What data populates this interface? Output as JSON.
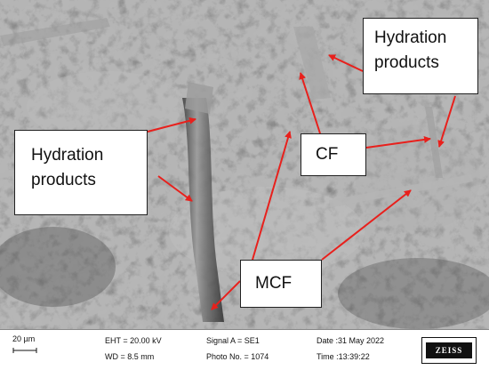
{
  "labels": {
    "hydration_right_line1": "Hydration",
    "hydration_right_line2": "products",
    "hydration_left_line1": "Hydration",
    "hydration_left_line2": "products",
    "cf": "CF",
    "mcf": "MCF"
  },
  "databar": {
    "scale": "20 µm",
    "eht": "EHT = 20.00 kV",
    "wd": "WD =  8.5 mm",
    "signal": "Signal A = SE1",
    "photo": "Photo No. = 1074",
    "date": "Date :31 May 2022",
    "time": "Time :13:39:22",
    "logo": "ZEISS"
  },
  "colors": {
    "arrow": "#e8201c",
    "label_background": "#ffffff"
  }
}
